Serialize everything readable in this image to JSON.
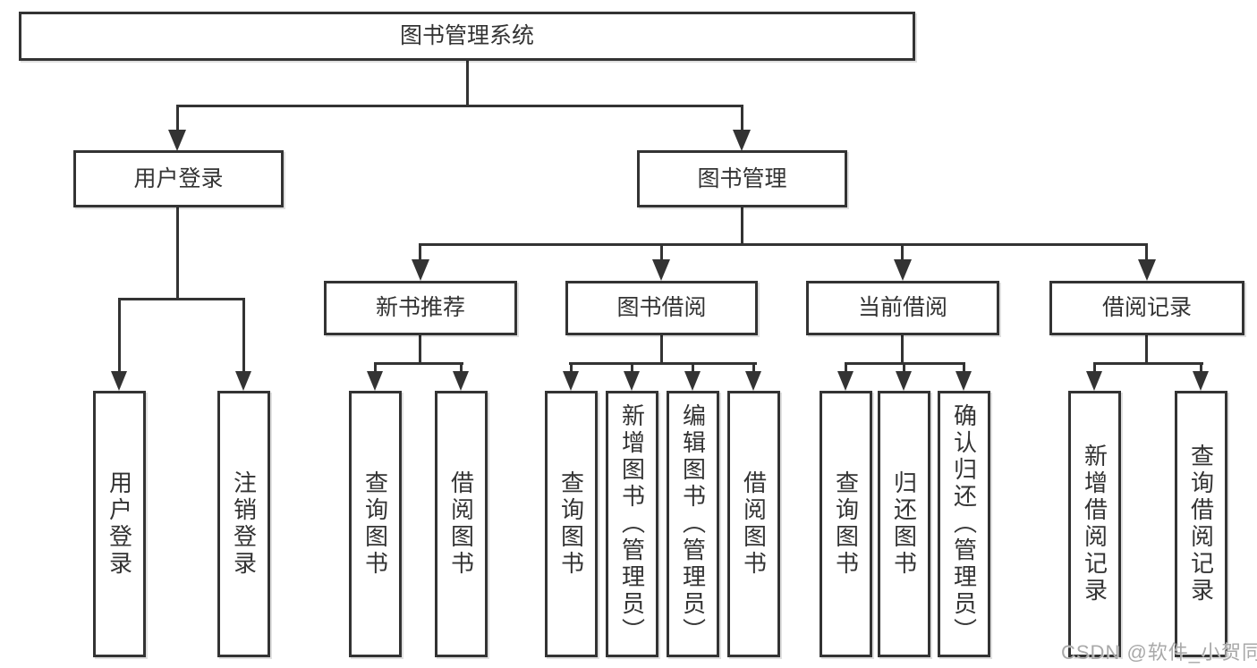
{
  "colors": {
    "line": "#333333",
    "text": "#333333",
    "box_background": "#ffffff",
    "page_background": "#ffffff",
    "watermark": "#a9a9a9"
  },
  "watermark": {
    "text": "CSDN @软件_小贺同学"
  },
  "tree": {
    "label": "图书管理系统",
    "children": [
      {
        "label": "用户登录",
        "children": [
          {
            "label": "用户登录"
          },
          {
            "label": "注销登录"
          }
        ]
      },
      {
        "label": "图书管理",
        "children": [
          {
            "label": "新书推荐",
            "children": [
              {
                "label": "查询图书"
              },
              {
                "label": "借阅图书"
              }
            ]
          },
          {
            "label": "图书借阅",
            "children": [
              {
                "label": "查询图书"
              },
              {
                "label": "新增图书（管理员）"
              },
              {
                "label": "编辑图书（管理员）"
              },
              {
                "label": "借阅图书"
              }
            ]
          },
          {
            "label": "当前借阅",
            "children": [
              {
                "label": "查询图书"
              },
              {
                "label": "归还图书"
              },
              {
                "label": "确认归还（管理员）"
              }
            ]
          },
          {
            "label": "借阅记录",
            "children": [
              {
                "label": "新增借阅记录"
              },
              {
                "label": "查询借阅记录"
              }
            ]
          }
        ]
      }
    ]
  }
}
